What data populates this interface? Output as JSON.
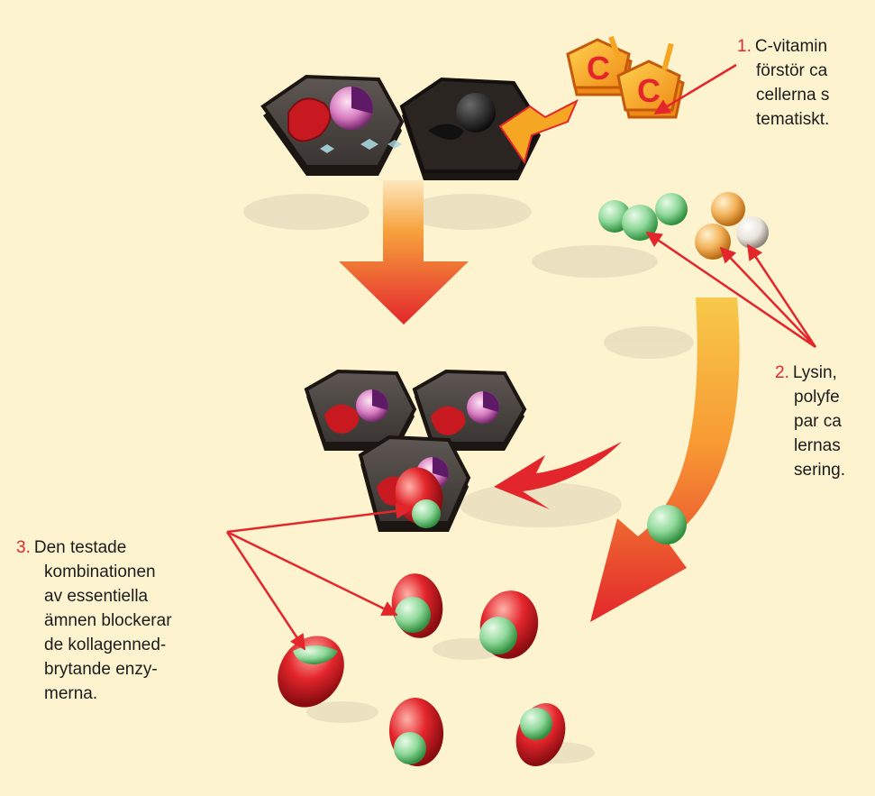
{
  "labels": {
    "step1": {
      "number": "1.",
      "lines": [
        "C-vitamin",
        "förstör ca",
        "cellerna s",
        "tematiskt."
      ]
    },
    "step2": {
      "number": "2.",
      "lines": [
        "Lysin,",
        "polyfe",
        "par ca",
        "lernas",
        "sering."
      ]
    },
    "step3": {
      "number": "3.",
      "lines": [
        "Den testade",
        "kombinationen",
        "av essentiella",
        "ämnen blockerar",
        "de kollagenned-",
        "brytande enzy-",
        "merna."
      ]
    }
  },
  "colors": {
    "background": "#fdf3cf",
    "accent_red": "#e3262c",
    "vitamin_orange": "#f5a623",
    "cell_dark": "#2b2521",
    "nutrient_green": "#8fd89a",
    "nutrient_orange": "#f3b25a",
    "enzyme_red": "#d9262b"
  },
  "icons": {
    "vitamin_c_molecule": "vitamin-c-molecule-icon",
    "cell": "cell-icon",
    "nutrient": "nutrient-sphere-icon",
    "enzyme": "enzyme-icon"
  }
}
